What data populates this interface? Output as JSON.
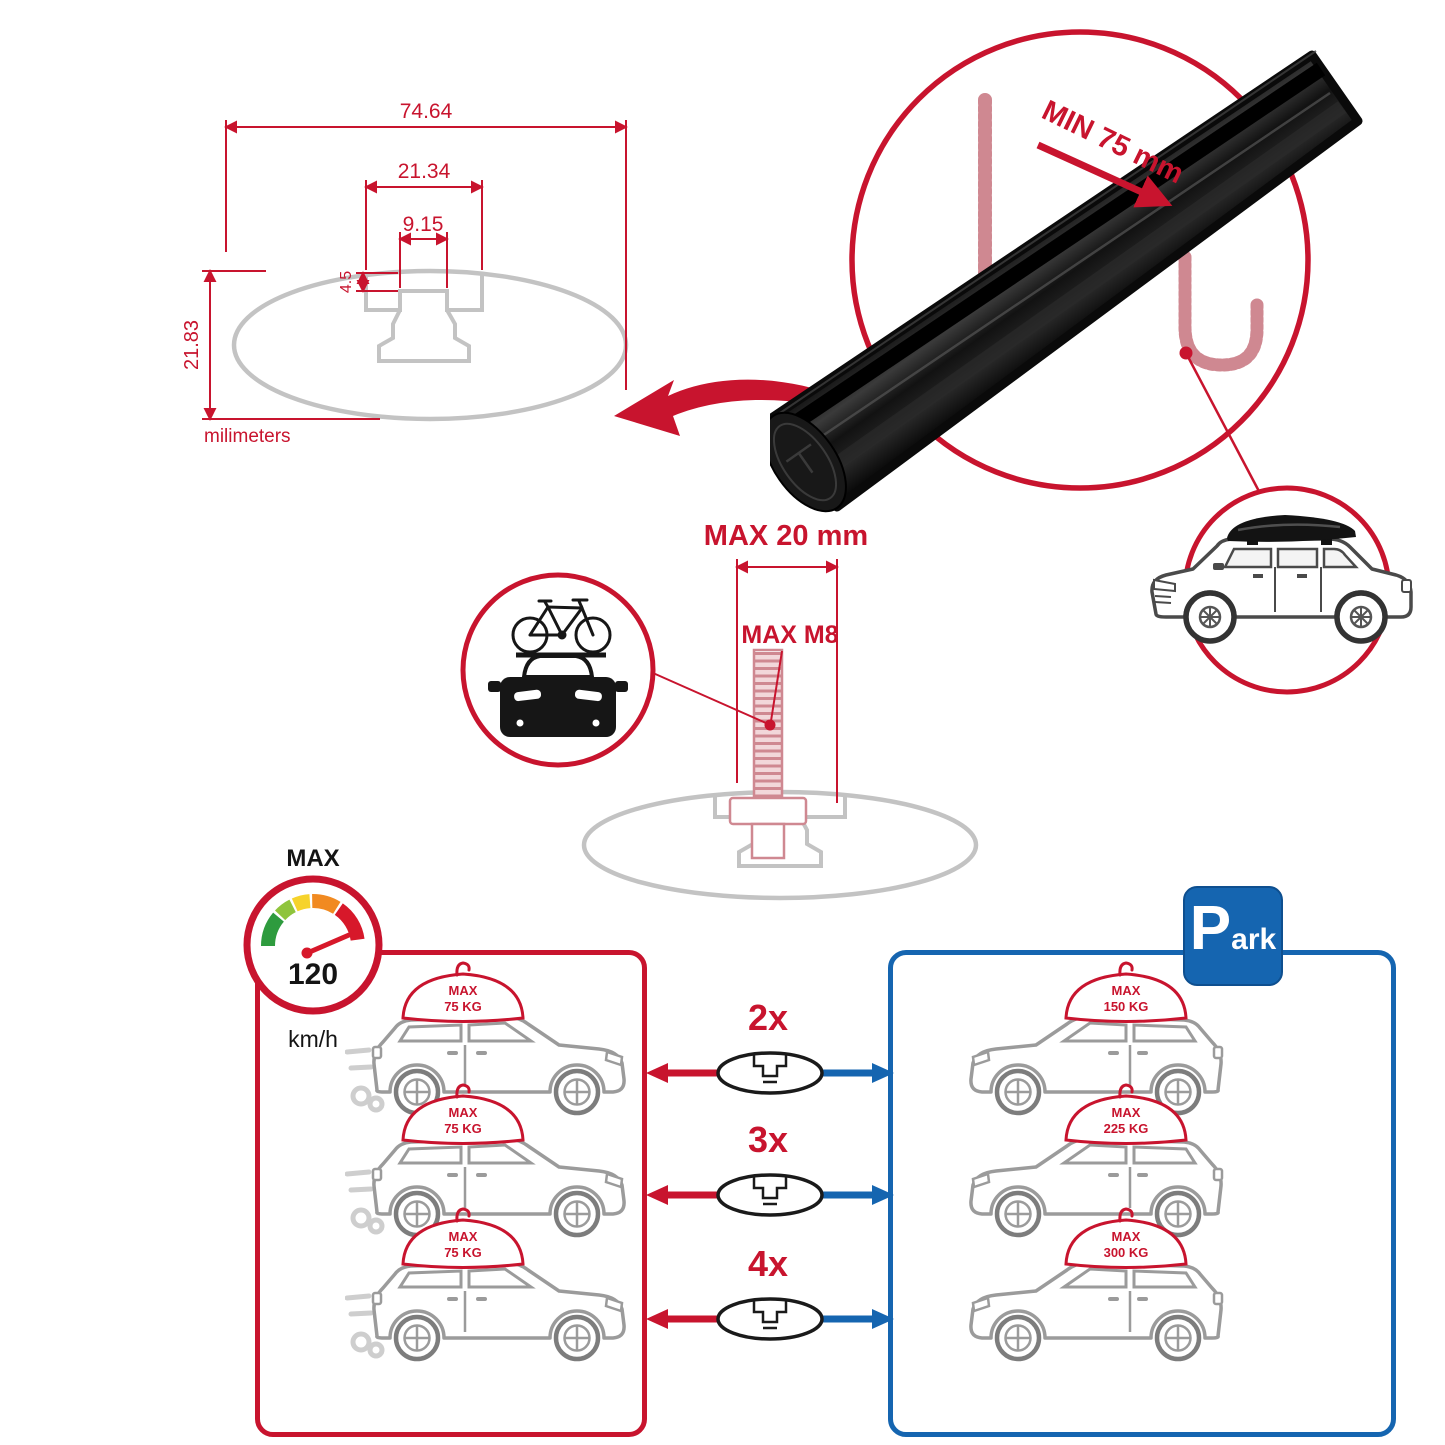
{
  "colors": {
    "red": "#c8142e",
    "blue": "#1565b0",
    "gray": "#c3c3c3",
    "black": "#141414"
  },
  "dimension_diagram": {
    "total_width": "74.64",
    "channel_width": "21.34",
    "slot_width": "9.15",
    "slot_depth": "4.5",
    "height": "21.83",
    "units": "milimeters"
  },
  "bar_detail": {
    "min_clearance": "MIN 75 mm"
  },
  "bolt_detail": {
    "max_length": "MAX 20 mm",
    "max_thread": "MAX M8"
  },
  "speed_limit": {
    "label": "MAX",
    "value": "120",
    "unit": "km/h"
  },
  "multipliers": [
    {
      "label": "2x"
    },
    {
      "label": "3x"
    },
    {
      "label": "4x"
    }
  ],
  "driving_cars": [
    {
      "max": "MAX",
      "weight": "75 KG"
    },
    {
      "max": "MAX",
      "weight": "75 KG"
    },
    {
      "max": "MAX",
      "weight": "75 KG"
    }
  ],
  "parked_cars": [
    {
      "max": "MAX",
      "weight": "150 KG"
    },
    {
      "max": "MAX",
      "weight": "225 KG"
    },
    {
      "max": "MAX",
      "weight": "300 KG"
    }
  ],
  "park_sign": {
    "letter": "P",
    "rest": "ark"
  }
}
